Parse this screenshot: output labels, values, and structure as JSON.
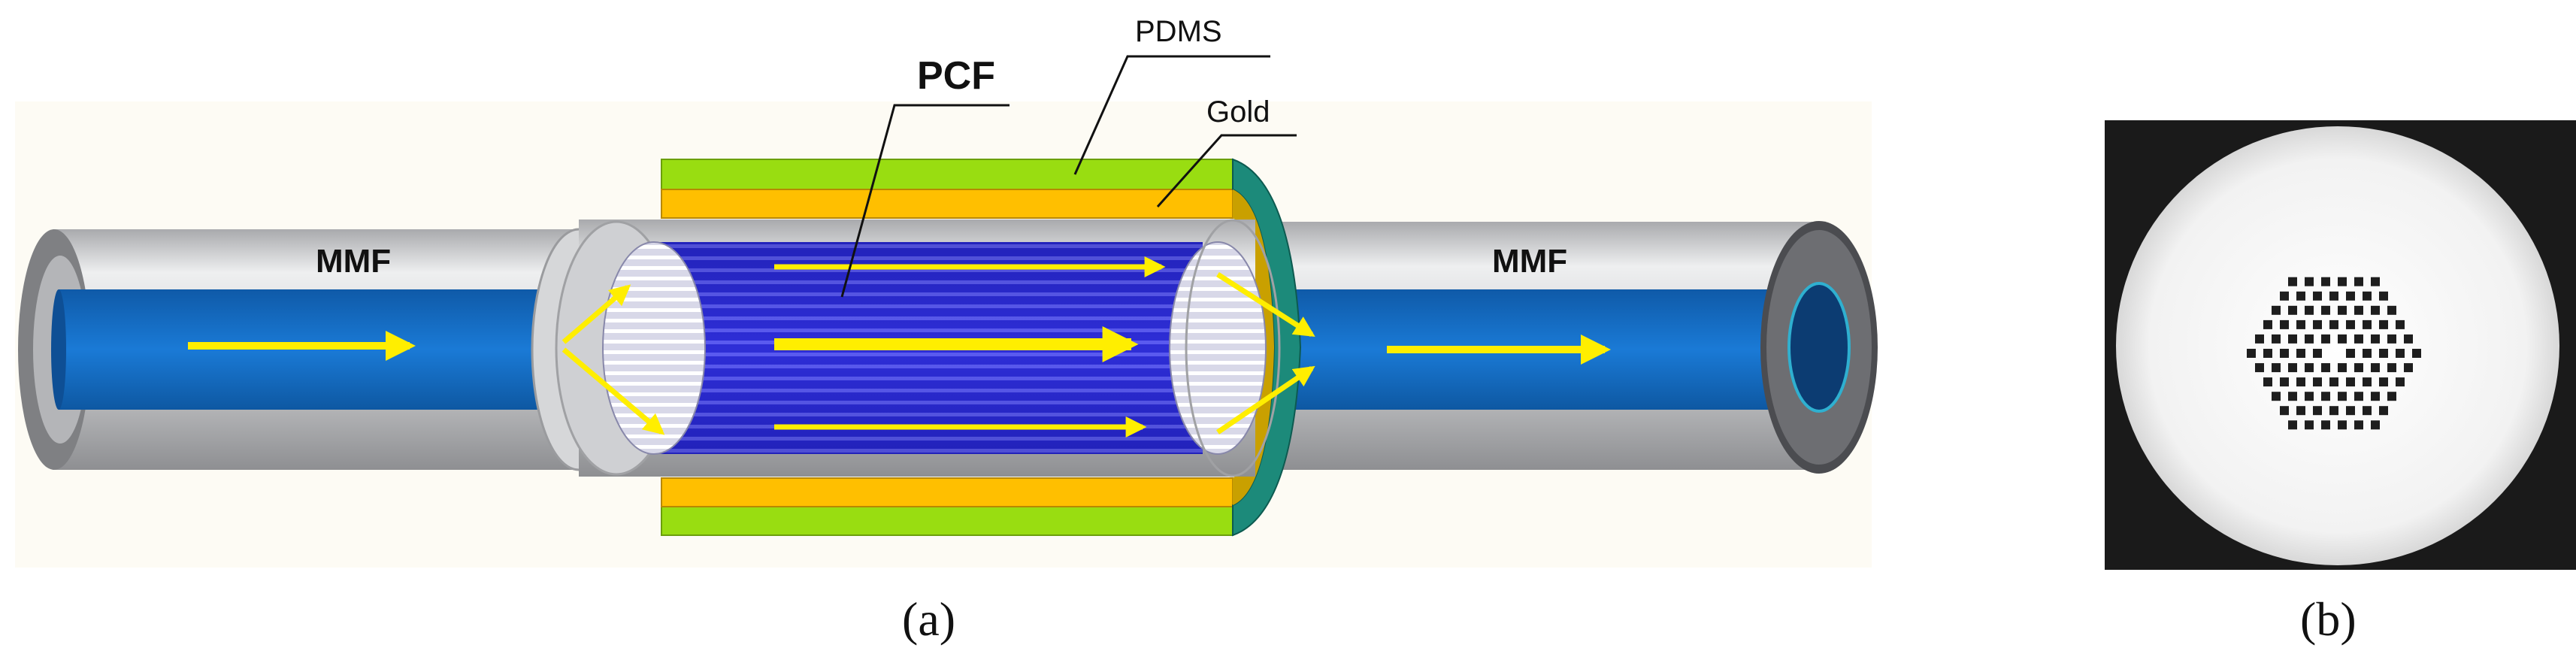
{
  "panels": {
    "a": {
      "label": "(a)"
    },
    "b": {
      "label": "(b)"
    }
  },
  "labels": {
    "pcf": "PCF",
    "pdms": "PDMS",
    "gold": "Gold",
    "mmf_left": "MMF",
    "mmf_right": "MMF"
  },
  "colors": {
    "core_blue": "#1570c8",
    "pcf_blue": "#2222c8",
    "pdms_green": "#99dd11",
    "gold_layer": "#ffbf00",
    "arrow_yellow": "#ffee00",
    "cladding_grey": "#c9cacc",
    "cross_section_bg": "#1a1a1a"
  }
}
